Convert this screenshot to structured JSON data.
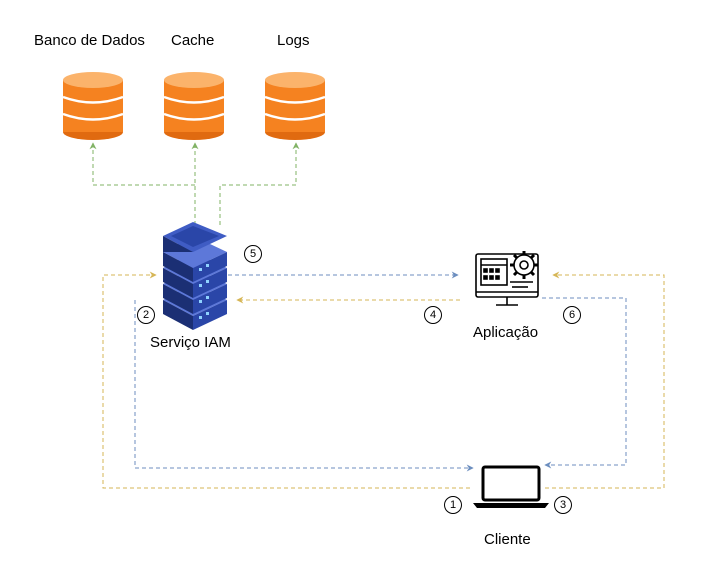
{
  "nodes": {
    "database": {
      "label": "Banco de Dados",
      "icon": "database-icon"
    },
    "cache": {
      "label": "Cache",
      "icon": "database-icon"
    },
    "logs": {
      "label": "Logs",
      "icon": "database-icon"
    },
    "iam": {
      "label": "Serviço IAM",
      "icon": "server-icon"
    },
    "app": {
      "label": "Aplicação",
      "icon": "application-gear-icon"
    },
    "client": {
      "label": "Cliente",
      "icon": "laptop-icon"
    }
  },
  "steps": [
    "1",
    "2",
    "3",
    "4",
    "5",
    "6"
  ],
  "colors": {
    "storage": "#f58220",
    "storage_dark": "#e06a10",
    "server": "#233a8f",
    "green_edge": "#82b366",
    "blue_edge": "#6c8ebf",
    "yellow_edge": "#d6b656"
  }
}
